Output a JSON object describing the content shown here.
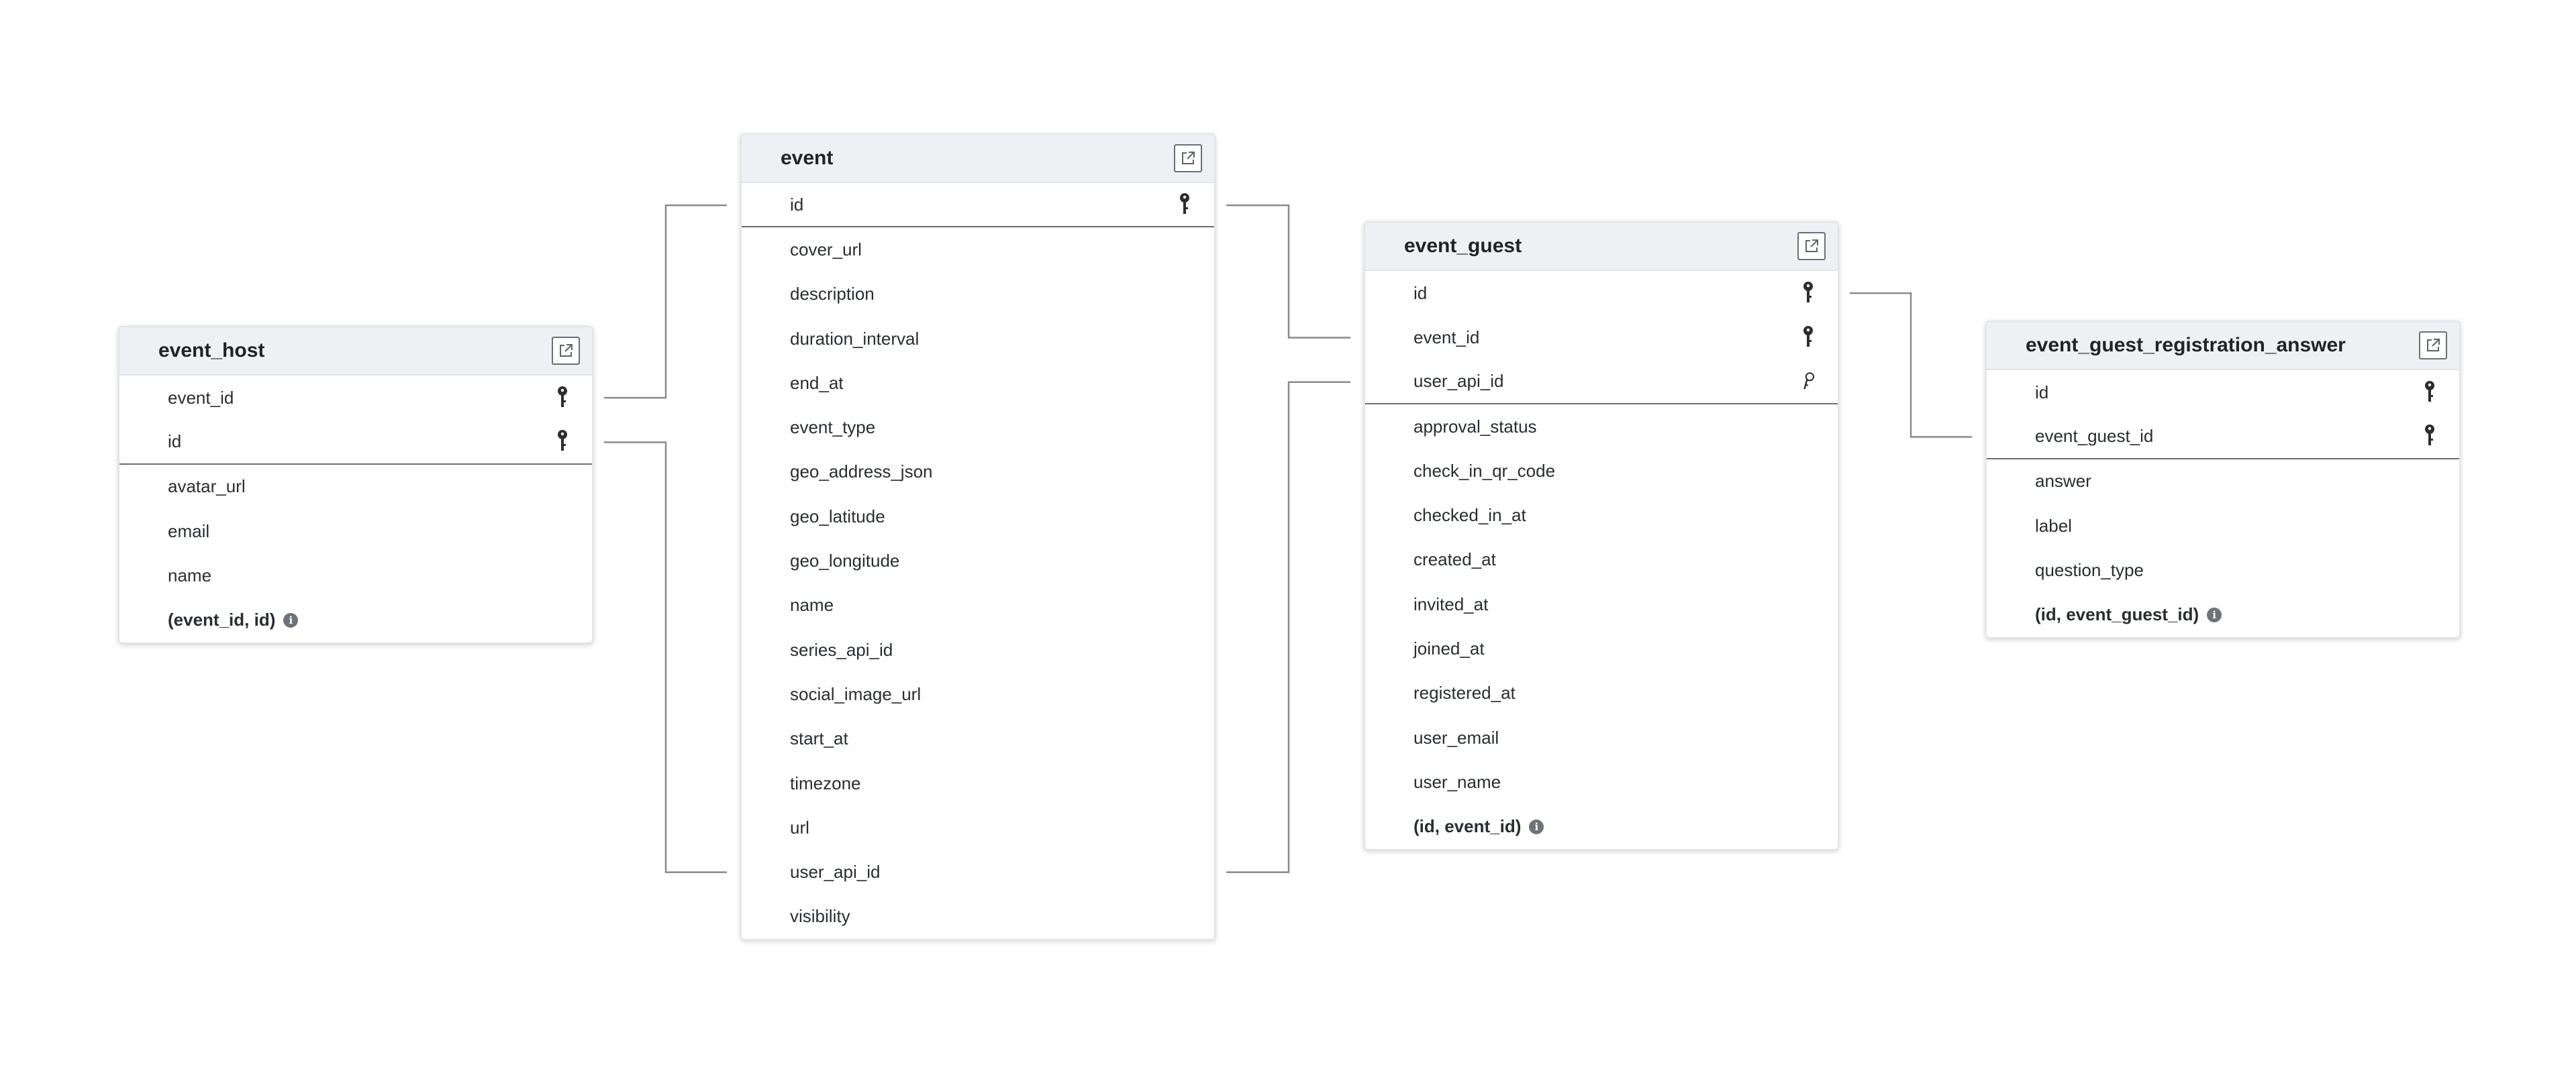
{
  "diagram": {
    "tables": [
      {
        "id": "event_host",
        "name": "event_host",
        "columns": [
          {
            "name": "event_id",
            "key": "pk"
          },
          {
            "name": "id",
            "key": "pk"
          },
          {
            "name": "avatar_url",
            "key": ""
          },
          {
            "name": "email",
            "key": ""
          },
          {
            "name": "name",
            "key": ""
          }
        ],
        "composite": "(event_id, id)"
      },
      {
        "id": "event",
        "name": "event",
        "columns": [
          {
            "name": "id",
            "key": "pk"
          },
          {
            "name": "cover_url",
            "key": ""
          },
          {
            "name": "description",
            "key": ""
          },
          {
            "name": "duration_interval",
            "key": ""
          },
          {
            "name": "end_at",
            "key": ""
          },
          {
            "name": "event_type",
            "key": ""
          },
          {
            "name": "geo_address_json",
            "key": ""
          },
          {
            "name": "geo_latitude",
            "key": ""
          },
          {
            "name": "geo_longitude",
            "key": ""
          },
          {
            "name": "name",
            "key": ""
          },
          {
            "name": "series_api_id",
            "key": ""
          },
          {
            "name": "social_image_url",
            "key": ""
          },
          {
            "name": "start_at",
            "key": ""
          },
          {
            "name": "timezone",
            "key": ""
          },
          {
            "name": "url",
            "key": ""
          },
          {
            "name": "user_api_id",
            "key": ""
          },
          {
            "name": "visibility",
            "key": ""
          }
        ],
        "composite": ""
      },
      {
        "id": "event_guest",
        "name": "event_guest",
        "columns": [
          {
            "name": "id",
            "key": "pk"
          },
          {
            "name": "event_id",
            "key": "pk"
          },
          {
            "name": "user_api_id",
            "key": "fk"
          },
          {
            "name": "approval_status",
            "key": ""
          },
          {
            "name": "check_in_qr_code",
            "key": ""
          },
          {
            "name": "checked_in_at",
            "key": ""
          },
          {
            "name": "created_at",
            "key": ""
          },
          {
            "name": "invited_at",
            "key": ""
          },
          {
            "name": "joined_at",
            "key": ""
          },
          {
            "name": "registered_at",
            "key": ""
          },
          {
            "name": "user_email",
            "key": ""
          },
          {
            "name": "user_name",
            "key": ""
          }
        ],
        "composite": "(id, event_id)"
      },
      {
        "id": "event_guest_registration_answer",
        "name": "event_guest_registration_answer",
        "columns": [
          {
            "name": "id",
            "key": "pk"
          },
          {
            "name": "event_guest_id",
            "key": "pk"
          },
          {
            "name": "answer",
            "key": ""
          },
          {
            "name": "label",
            "key": ""
          },
          {
            "name": "question_type",
            "key": ""
          }
        ],
        "composite": "(id, event_guest_id)"
      }
    ],
    "relations": [
      {
        "from_table": "event_host",
        "from_column": "event_id",
        "to_table": "event",
        "to_column": "id"
      },
      {
        "from_table": "event_host",
        "from_column": "id",
        "to_table": "event",
        "to_column": "user_api_id"
      },
      {
        "from_table": "event",
        "from_column": "id",
        "to_table": "event_guest",
        "to_column": "event_id"
      },
      {
        "from_table": "event",
        "from_column": "user_api_id",
        "to_table": "event_guest",
        "to_column": "user_api_id"
      },
      {
        "from_table": "event_guest",
        "from_column": "id",
        "to_table": "event_guest_registration_answer",
        "to_column": "event_guest_id"
      }
    ],
    "colors": {
      "header_bg": "#eef0f3",
      "card_border": "#e2e4e8",
      "connector": "#8a8a8a",
      "key_icon": "#2b2d30",
      "separator": "#6e6e6e"
    }
  }
}
